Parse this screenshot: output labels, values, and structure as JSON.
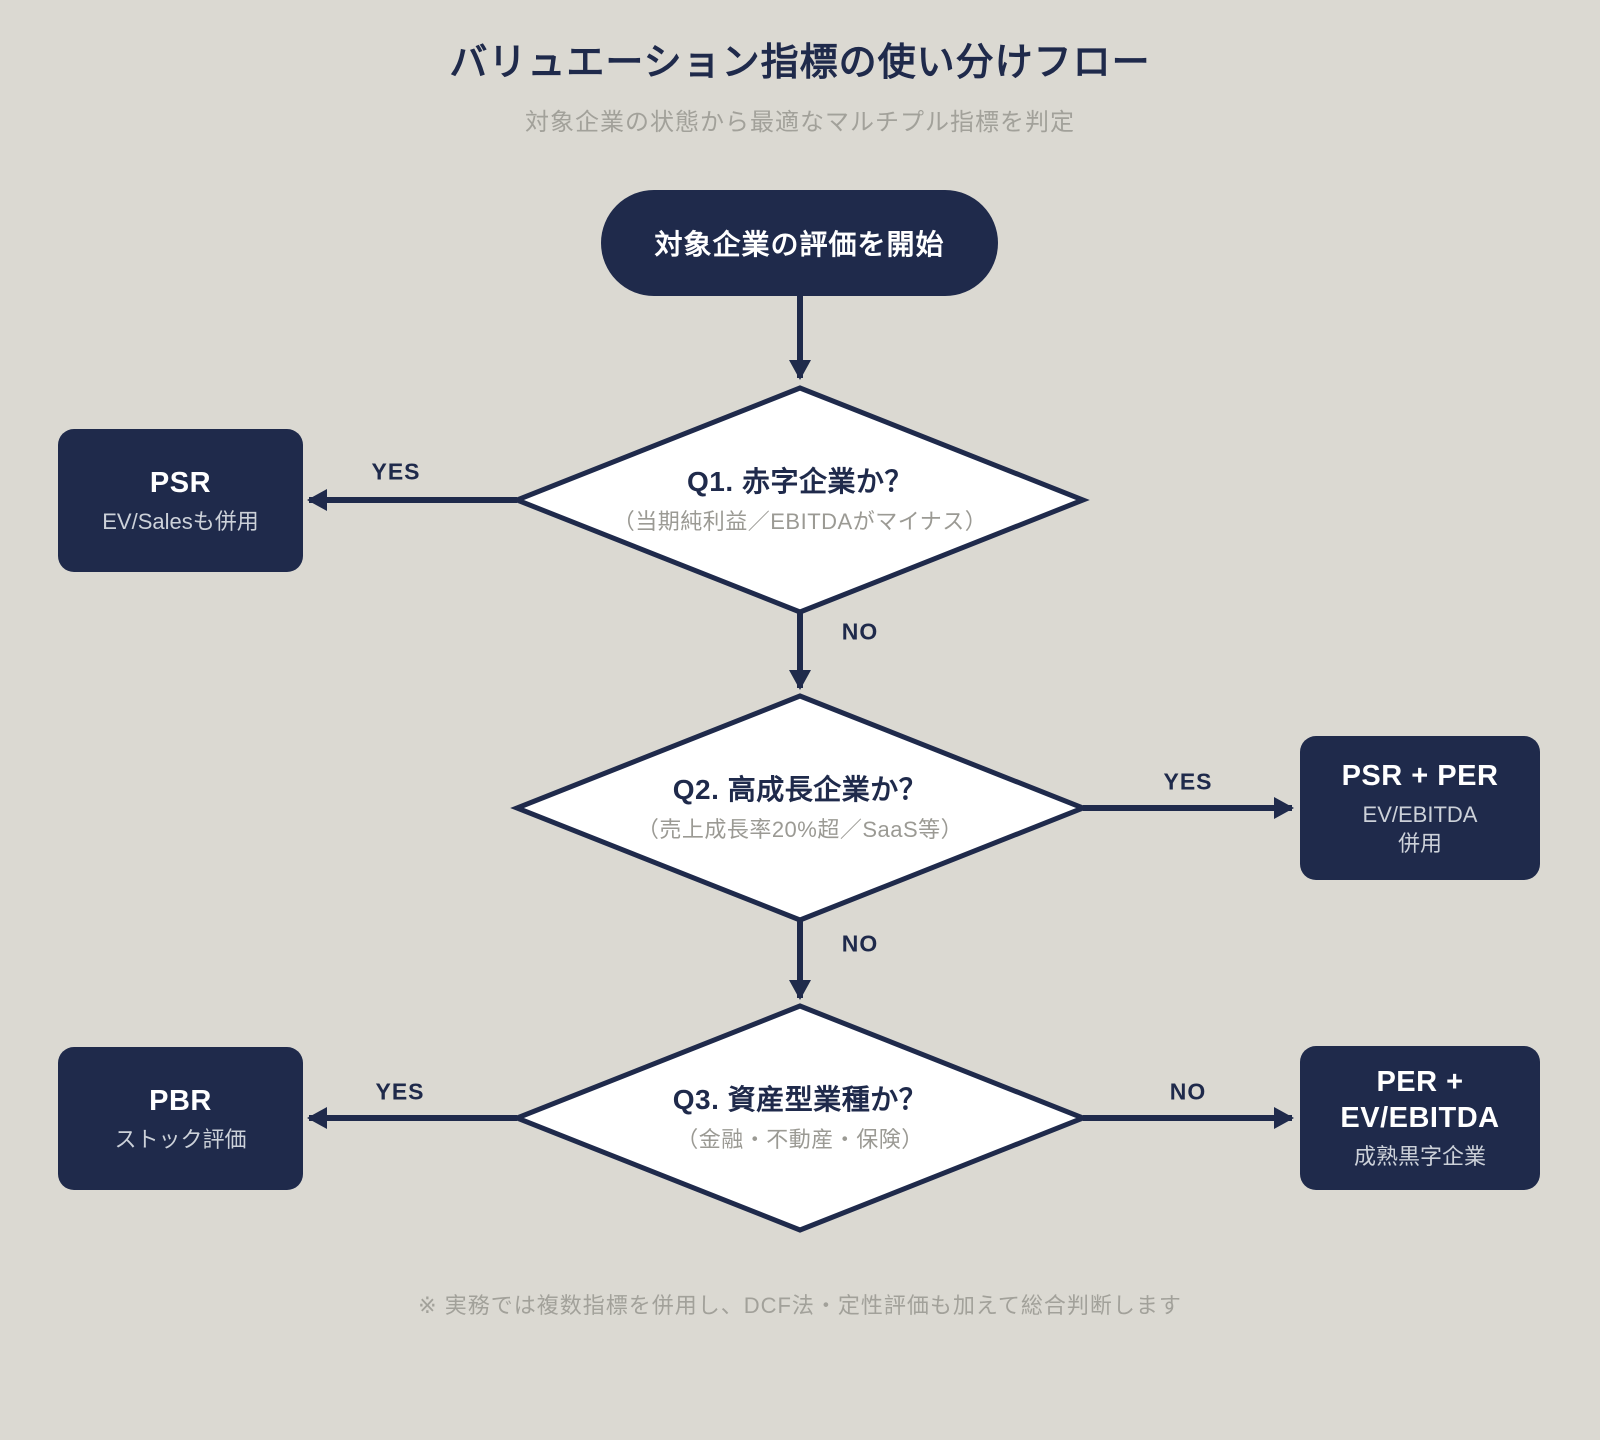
{
  "page": {
    "title": "バリュエーション指標の使い分けフロー",
    "subtitle": "対象企業の状態から最適なマルチプル指標を判定",
    "footnote": "※ 実務では複数指標を併用し、DCF法・定性評価も加えて総合判断します"
  },
  "colors": {
    "background": "#dbd9d2",
    "navy": "#1f2a4b",
    "diamond_fill": "#ffffff",
    "muted_text": "#9b9a94",
    "box_note_text": "#ccd1d9"
  },
  "flow": {
    "start": {
      "label": "対象企業の評価を開始"
    },
    "decisions": [
      {
        "question": "Q1. 赤字企業か？",
        "detail": "（当期純利益／EBITDAがマイナス）"
      },
      {
        "question": "Q2. 高成長企業か？",
        "detail": "（売上成長率20%超／SaaS等）"
      },
      {
        "question": "Q3. 資産型業種か？",
        "detail": "（金融・不動産・保険）"
      }
    ],
    "results": {
      "psr": {
        "title": "PSR",
        "note1": "EV/Salesも併用"
      },
      "psr_per": {
        "title": "PSR + PER",
        "note1": "EV/EBITDA",
        "note2": "併用"
      },
      "pbr": {
        "title": "PBR",
        "note1": "ストック評価"
      },
      "per_ev": {
        "title1": "PER +",
        "title2": "EV/EBITDA",
        "note1": "成熟黒字企業"
      }
    },
    "labels": {
      "yes": "YES",
      "no": "NO"
    }
  }
}
